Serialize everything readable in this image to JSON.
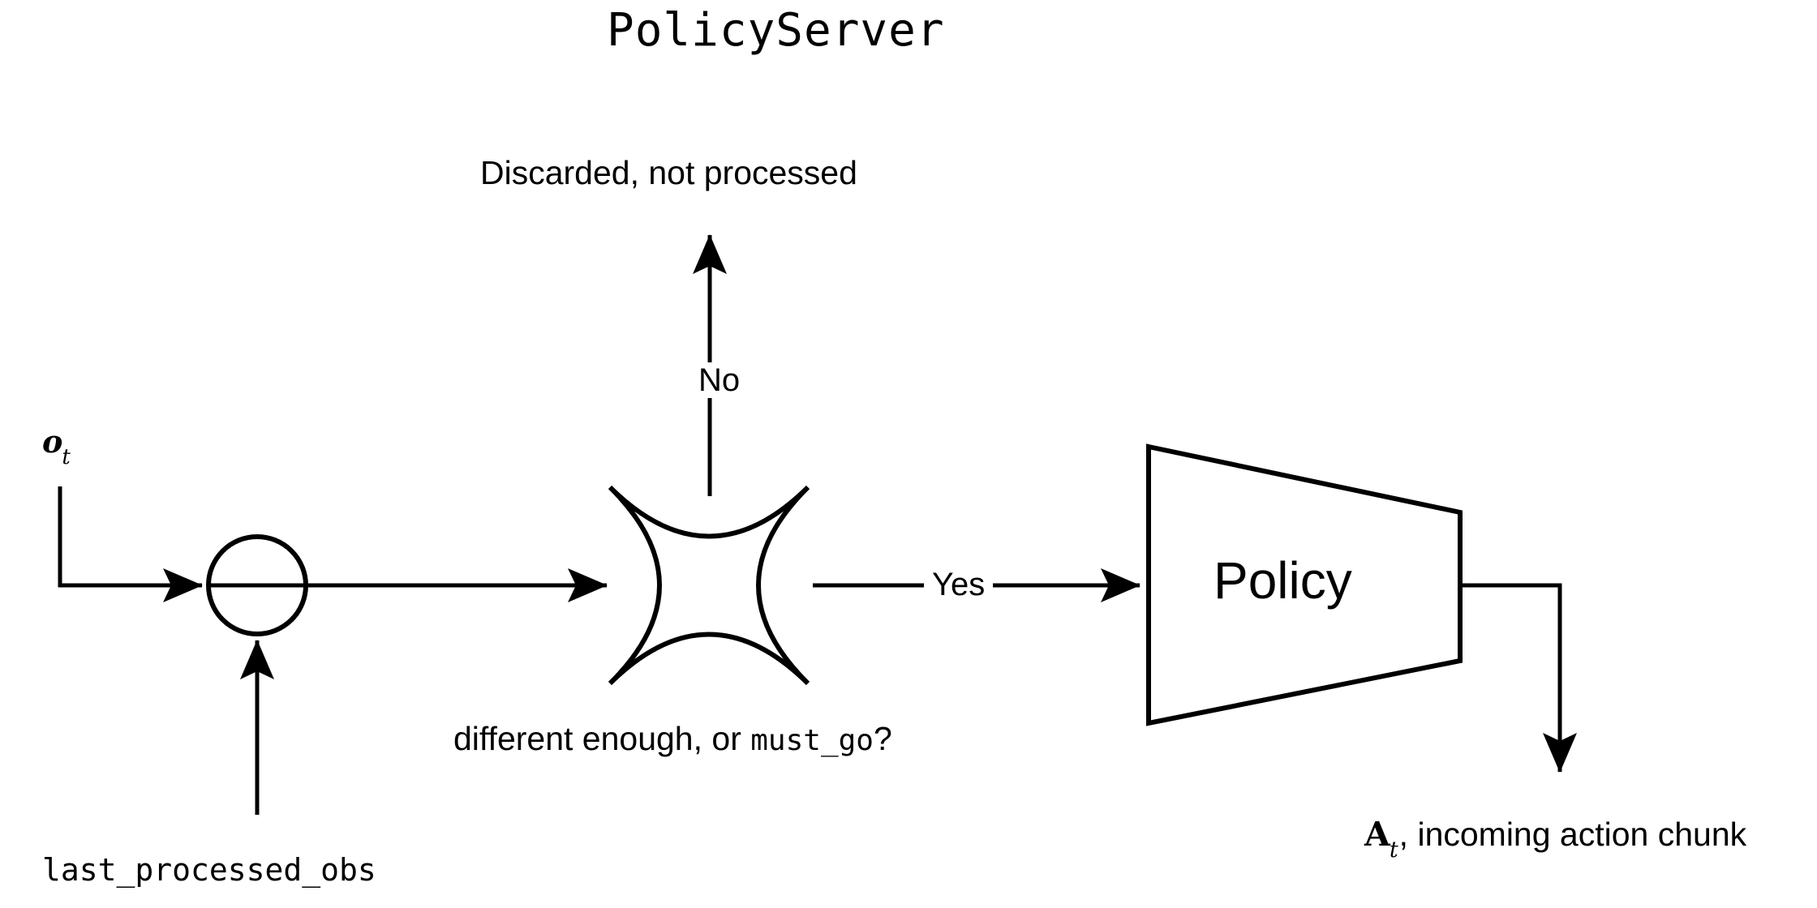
{
  "title": "PolicyServer",
  "colors": {
    "stroke": "#000000",
    "background": "#ffffff",
    "text": "#000000"
  },
  "nodes": {
    "input_obs": {
      "label_base": "o",
      "label_sub": "t",
      "name": "observation-at-time-t"
    },
    "junction": {
      "name": "merge-junction-circle",
      "shape": "circle"
    },
    "last_processed_obs": {
      "label": "last_processed_obs",
      "name": "last-processed-obs-input"
    },
    "decision": {
      "shape": "concave-star",
      "question_prefix": "different enough, or ",
      "question_code": "must_go",
      "question_suffix": "?"
    },
    "policy": {
      "label": "Policy",
      "shape": "trapezoid"
    },
    "discarded": {
      "label": "Discarded, not processed"
    },
    "action_chunk": {
      "label_base": "A",
      "label_sub": "t",
      "label_rest": ", incoming action chunk"
    }
  },
  "edges": {
    "no_branch_label": "No",
    "yes_branch_label": "Yes"
  }
}
